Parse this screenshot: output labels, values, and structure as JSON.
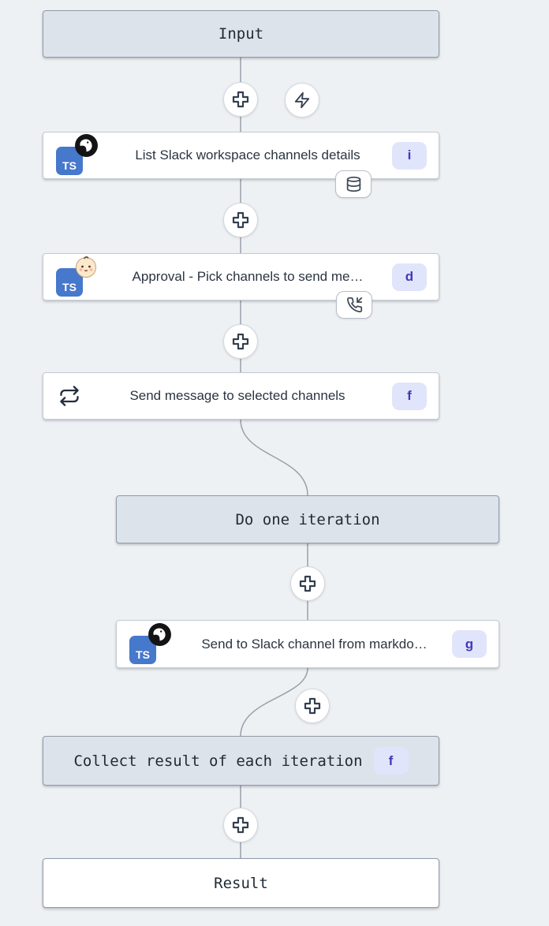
{
  "colors": {
    "canvas_bg": "#eef1f4",
    "box_bg": "#dce3ea",
    "box_border": "#909ba7",
    "node_bg": "#ffffff",
    "node_border": "#c4cbd3",
    "line": "#98a0aa",
    "badge_bg": "#e0e5fb",
    "badge_text": "#4338b8",
    "ts_bg": "#4678cc",
    "glyph": "#333f4f",
    "title_text": "#2b3440",
    "label_text": "#212b36"
  },
  "icons": {
    "ts_label": "TS",
    "plus": "plus-icon",
    "bolt": "lightning-icon",
    "database": "database-icon",
    "phone": "phone-incoming-icon",
    "repeat": "repeat-icon",
    "deno": "deno-icon",
    "baby": "baby-face-icon"
  },
  "flow": {
    "input": {
      "label": "Input"
    },
    "result": {
      "label": "Result"
    },
    "loop_header": {
      "label": "Do one iteration"
    },
    "collect": {
      "label": "Collect result of each iteration",
      "badge": "f"
    },
    "nodes": [
      {
        "title": "List Slack workspace channels details",
        "badge": "i"
      },
      {
        "title": "Approval - Pick channels to send me…",
        "badge": "d"
      },
      {
        "title": "Send message to selected channels",
        "badge": "f"
      },
      {
        "title": "Send to Slack channel from markdo…",
        "badge": "g"
      }
    ]
  }
}
